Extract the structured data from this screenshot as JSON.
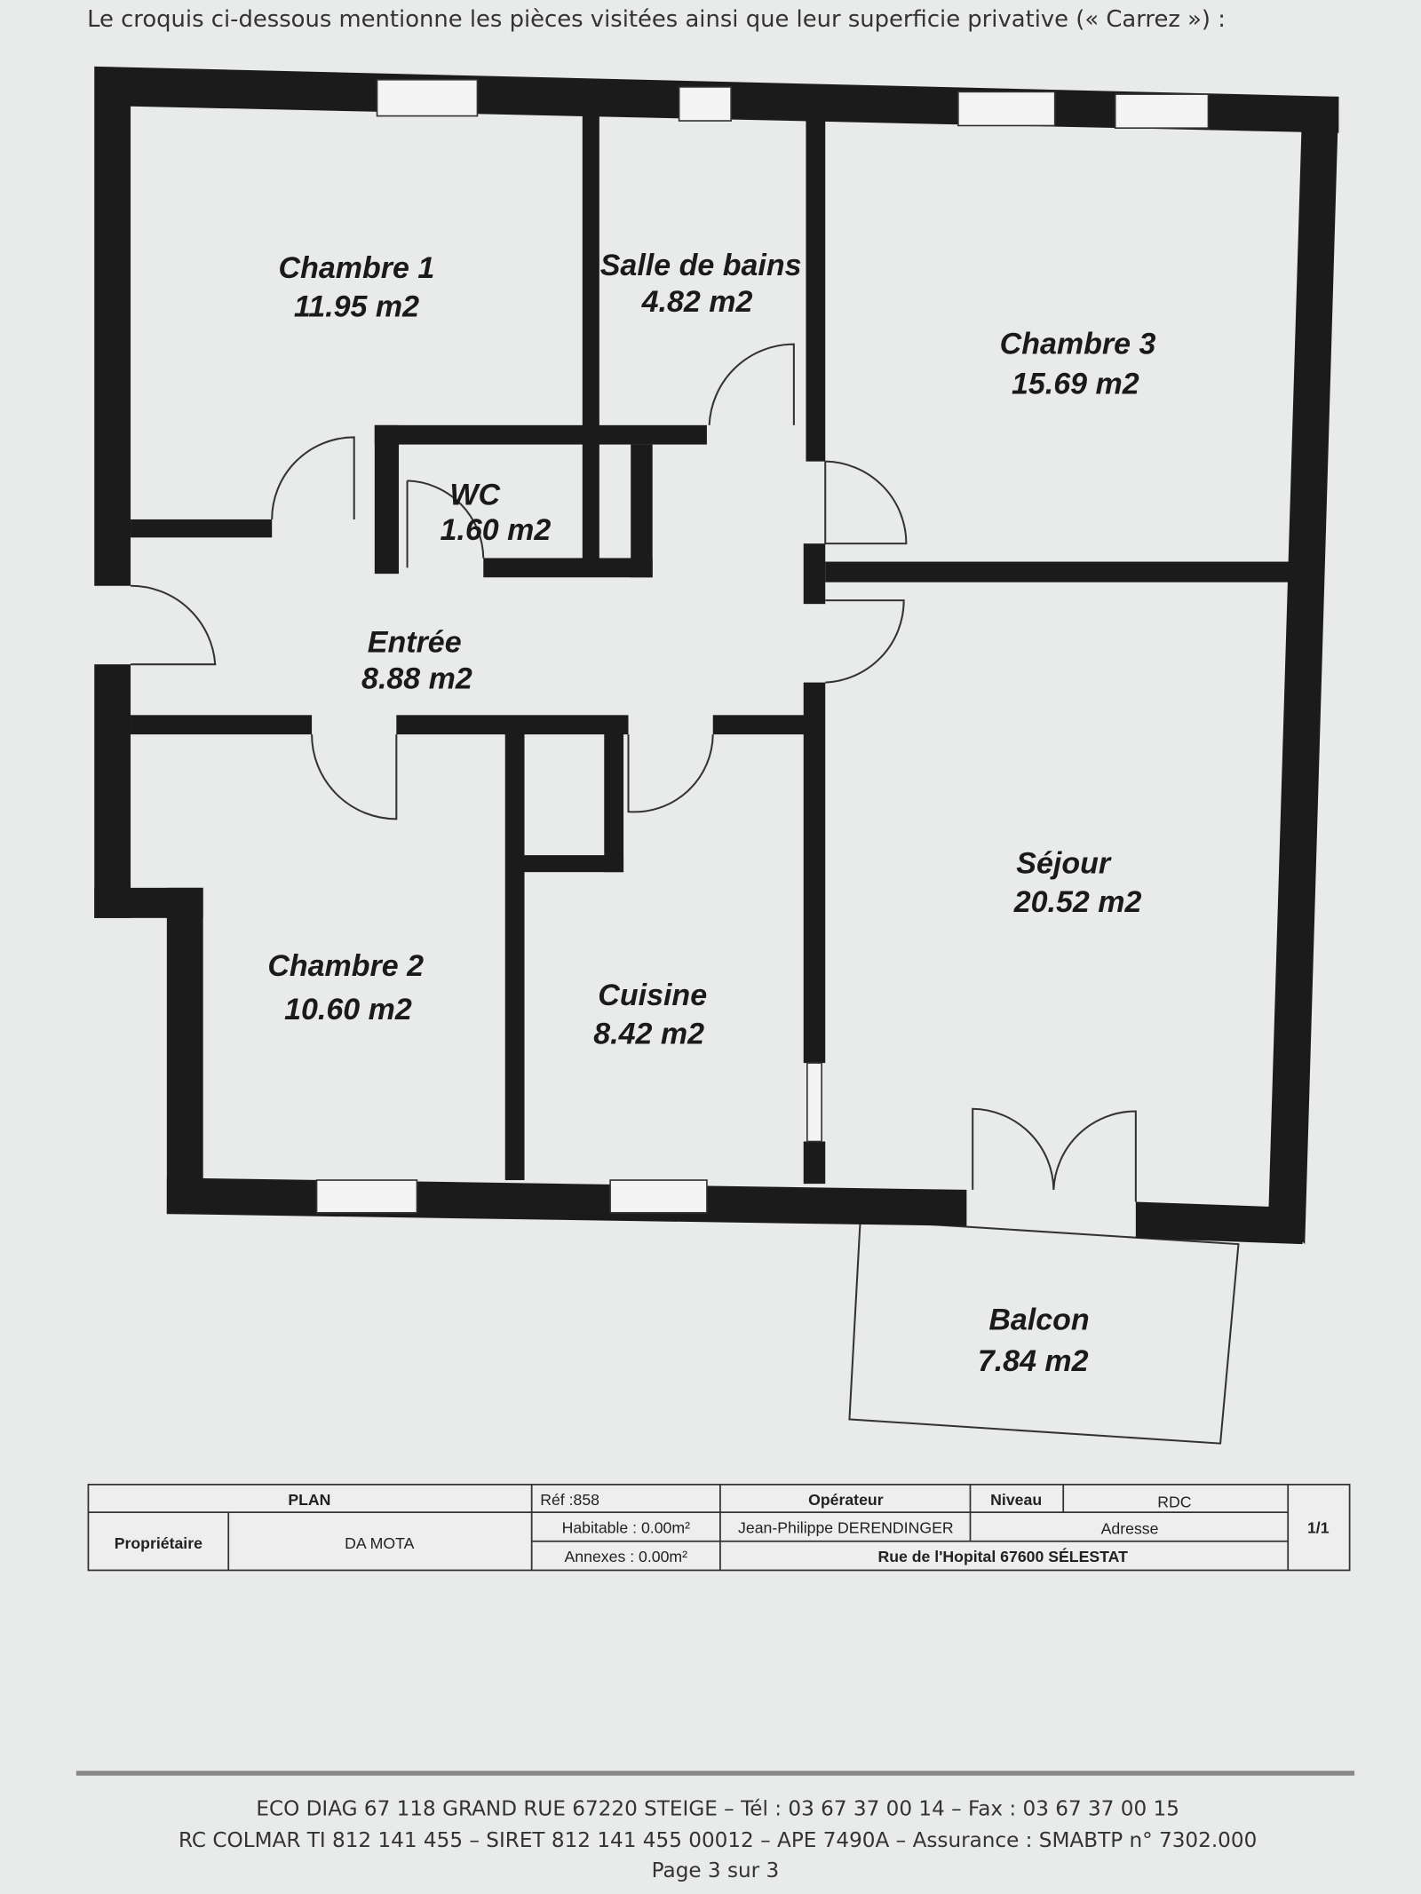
{
  "header": "Le croquis ci-dessous mentionne les pièces visitées ainsi que leur superficie privative (« Carrez ») :",
  "rooms": [
    {
      "name": "Chambre 1",
      "area": "11.95 m2"
    },
    {
      "name": "Salle de bains",
      "area": "4.82 m2"
    },
    {
      "name": "Chambre 3",
      "area": "15.69 m2"
    },
    {
      "name": "WC",
      "area": "1.60 m2"
    },
    {
      "name": "Entrée",
      "area": "8.88 m2"
    },
    {
      "name": "Séjour",
      "area": "20.52 m2"
    },
    {
      "name": "Chambre 2",
      "area": "10.60 m2"
    },
    {
      "name": "Cuisine",
      "area": "8.42 m2"
    },
    {
      "name": "Balcon",
      "area": "7.84 m2"
    }
  ],
  "table": {
    "plan": "PLAN",
    "ref": "Réf :858",
    "operateur_label": "Opérateur",
    "niveau_label": "Niveau",
    "niveau": "RDC",
    "proprietaire_label": "Propriétaire",
    "proprietaire": "DA MOTA",
    "habitable": "Habitable : 0.00m²",
    "annexes": "Annexes : 0.00m²",
    "operateur": "Jean-Philippe DERENDINGER",
    "adresse_label": "Adresse",
    "adresse": "Rue de l'Hopital 67600  SÉLESTAT",
    "page": "1/1"
  },
  "footer": {
    "line1": "ECO DIAG 67 118 GRAND RUE 67220 STEIGE – Tél : 03 67 37 00 14 – Fax : 03 67 37 00 15",
    "line2": "RC COLMAR TI 812 141 455 – SIRET 812 141 455 00012 – APE 7490A – Assurance : SMABTP n° 7302.000",
    "page": "Page 3 sur 3"
  }
}
